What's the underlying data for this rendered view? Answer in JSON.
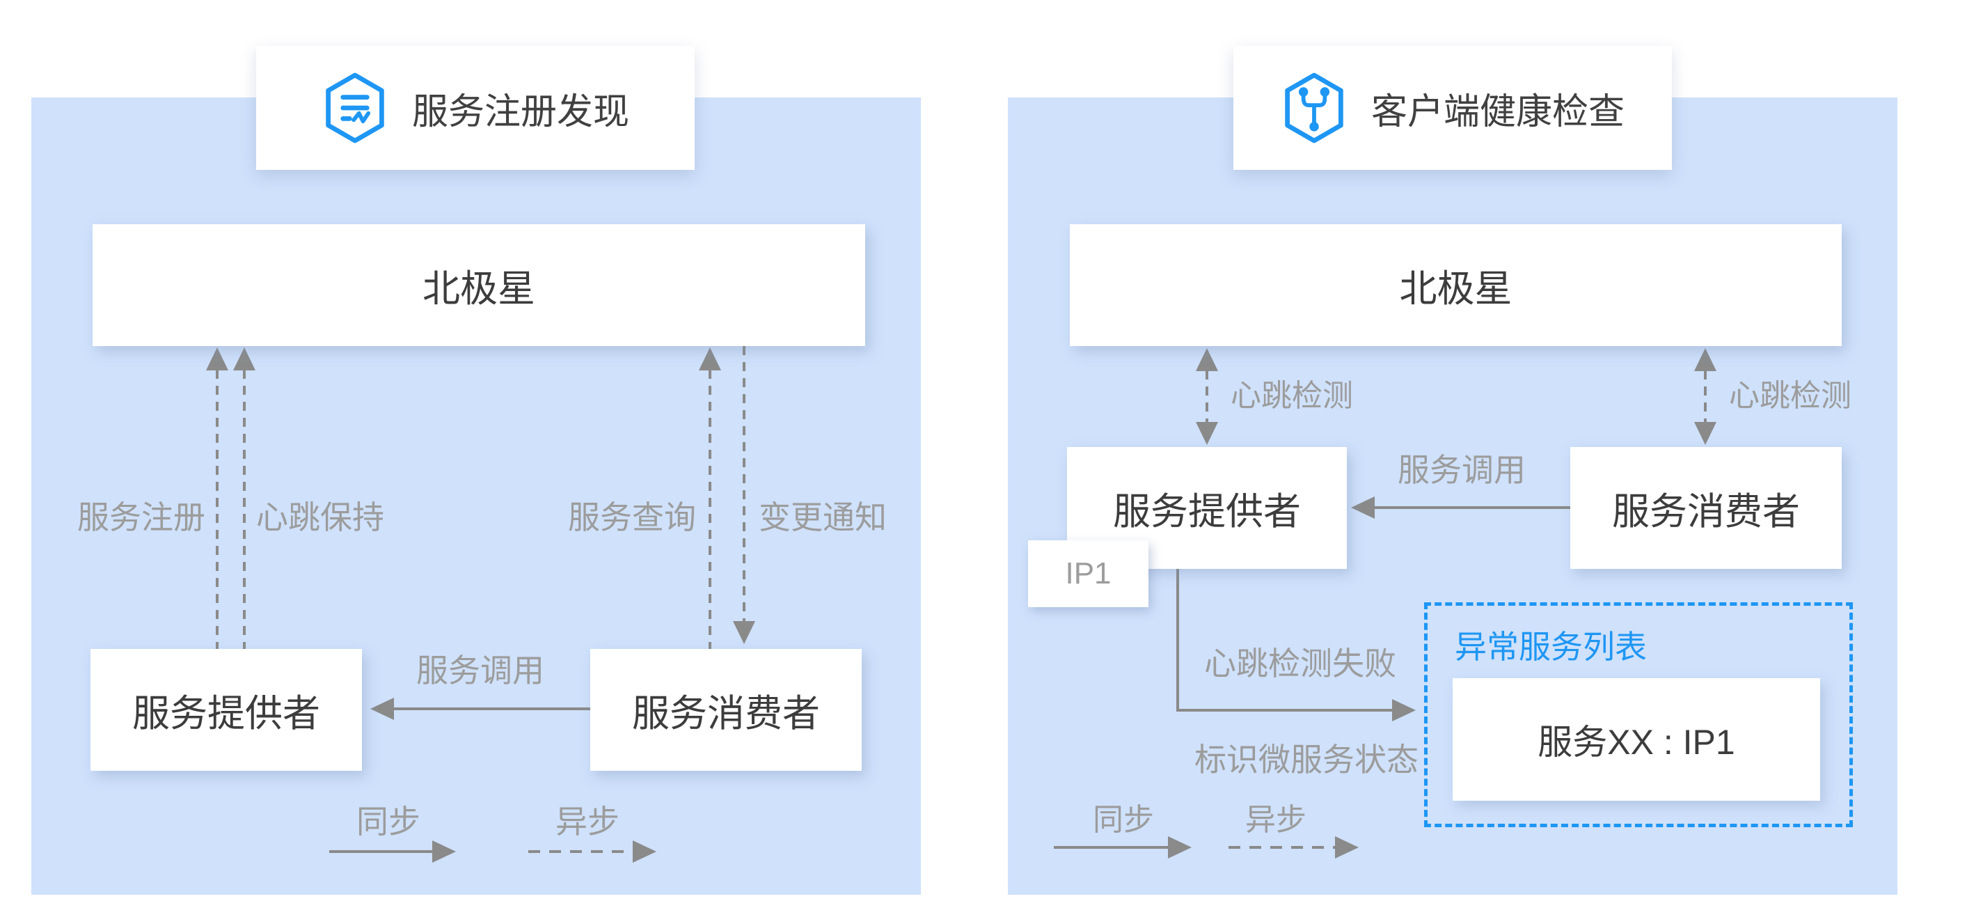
{
  "colors": {
    "panel_bg": "#cfe1fb",
    "accent_blue": "#1e96f3",
    "arrow_gray": "#8a8a8a",
    "label_gray": "#9c9c9c",
    "text_dark": "#3c3c3c"
  },
  "left_panel": {
    "title": "服务注册发现",
    "polaris": "北极星",
    "provider": "服务提供者",
    "consumer": "服务消费者",
    "labels": {
      "register": "服务注册",
      "heartbeat_keep": "心跳保持",
      "query": "服务查询",
      "notify": "变更通知",
      "invoke": "服务调用"
    },
    "legend": {
      "sync": "同步",
      "async": "异步"
    }
  },
  "right_panel": {
    "title": "客户端健康检查",
    "polaris": "北极星",
    "provider": "服务提供者",
    "consumer": "服务消费者",
    "ip_tag": "IP1",
    "labels": {
      "heartbeat_left": "心跳检测",
      "heartbeat_right": "心跳检测",
      "invoke": "服务调用",
      "heartbeat_fail": "心跳检测失败",
      "mark_status": "标识微服务状态"
    },
    "abnormal": {
      "title": "异常服务列表",
      "item": "服务XX : IP1"
    },
    "legend": {
      "sync": "同步",
      "async": "异步"
    }
  }
}
